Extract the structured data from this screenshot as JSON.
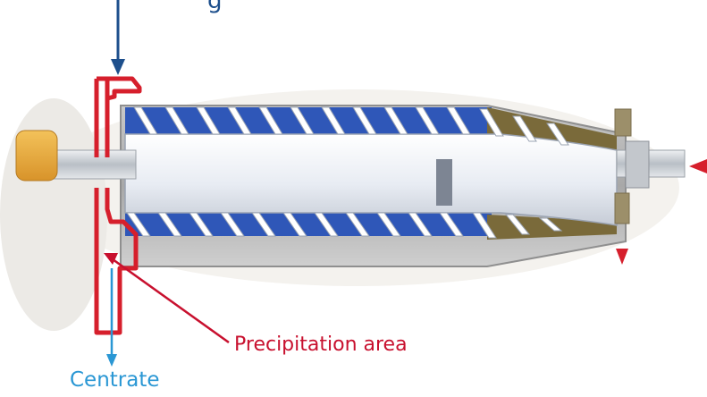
{
  "labels": {
    "top_partial": "g",
    "precipitation_area": "Precipitation area",
    "centrate": "Centrate"
  },
  "colors": {
    "feed_arrow": "#1d4f8c",
    "precipitation": "#c8102e",
    "centrate": "#2a97d4",
    "bowl_blue": "#2f57b8",
    "solids_brown": "#7a6a3a",
    "housing_red": "#d61f2c"
  }
}
